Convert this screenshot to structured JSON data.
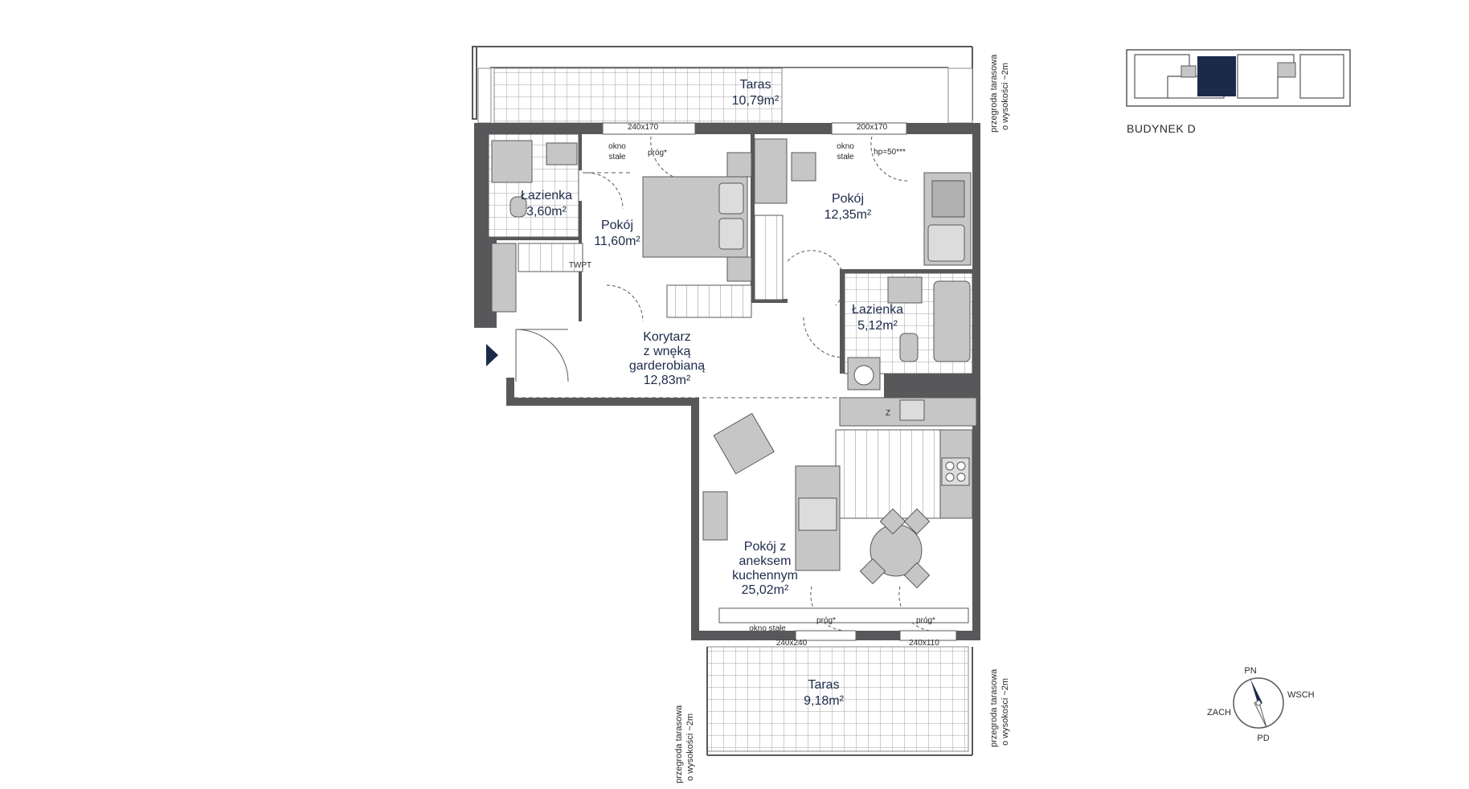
{
  "rooms": {
    "terrace_top": {
      "name": "Taras",
      "area": "10,79m²"
    },
    "bath_1": {
      "name": "Łazienka",
      "area": "3,60m²"
    },
    "room_1": {
      "name": "Pokój",
      "area": "11,60m²"
    },
    "room_2": {
      "name": "Pokój",
      "area": "12,35m²"
    },
    "bath_2": {
      "name": "Łazienka",
      "area": "5,12m²"
    },
    "corridor": {
      "line1": "Korytarz",
      "line2": "z wnęką",
      "line3": "garderobianą",
      "area": "12,83m²"
    },
    "living": {
      "line1": "Pokój z",
      "line2": "aneksem",
      "line3": "kuchennym",
      "area": "25,02m²"
    },
    "terrace_bottom": {
      "name": "Taras",
      "area": "9,18m²"
    }
  },
  "annotations": {
    "win_top_left": "240x170",
    "win_top_right": "200x170",
    "fixed_window_1_a": "okno",
    "fixed_window_1_b": "stałe",
    "fixed_window_2_a": "okno",
    "fixed_window_2_b": "stałe",
    "threshold_top": "próg*",
    "hp_note": "hp=50***",
    "fixed_window_bottom": "okno stałe",
    "threshold_bottom_1": "próg*",
    "threshold_bottom_2": "próg*",
    "win_bottom_left": "240x240",
    "win_bottom_right": "240x110",
    "fridge_label": "Z",
    "washer_label": "TWPT"
  },
  "partitions": {
    "top_right_line1": "przegroda tarasowa",
    "top_right_line2": "o wysokości ~2m",
    "bottom_right_line1": "przegroda tarasowa",
    "bottom_right_line2": "o wysokości ~2m",
    "bottom_left_line1": "przegroda tarasowa",
    "bottom_left_line2": "o wysokości ~2m"
  },
  "building": {
    "label": "BUDYNEK D",
    "highlight_color": "#1c2a4a"
  },
  "compass": {
    "north": "PN",
    "south": "PD",
    "east": "WSCH",
    "west": "ZACH"
  },
  "colors": {
    "wall": "#58585a",
    "furniture": "#c6c6c6",
    "accent": "#1c2a4a",
    "grid": "#8a8a8a"
  }
}
